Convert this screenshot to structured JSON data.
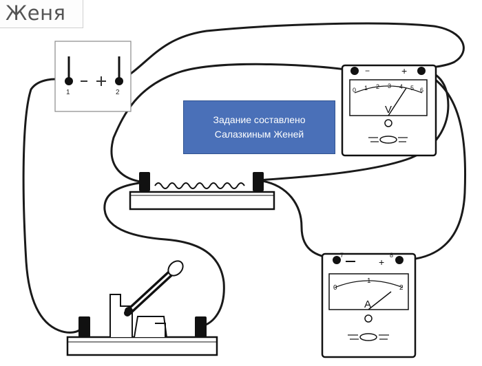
{
  "header": {
    "name": "Женя"
  },
  "note": {
    "line1": "Задание составлено",
    "line2": "Салазкиным Женей"
  },
  "battery": {
    "terminal_minus_label": "1",
    "terminal_plus_label": "2"
  },
  "voltmeter": {
    "unit": "V",
    "scale_labels": [
      "0",
      "1",
      "2",
      "3",
      "4",
      "5",
      "6"
    ],
    "terminal_minus_sign": "−",
    "terminal_plus_sign": "+"
  },
  "ammeter": {
    "unit": "A",
    "scale_labels": [
      "0",
      "1",
      "2"
    ],
    "terminal_minus_label": "7",
    "terminal_plus_label": "8",
    "terminal_plus_sign": "+"
  },
  "colors": {
    "wire": "#1a1a1a",
    "note_background": "#4a70b8",
    "note_text": "#ffffff"
  }
}
